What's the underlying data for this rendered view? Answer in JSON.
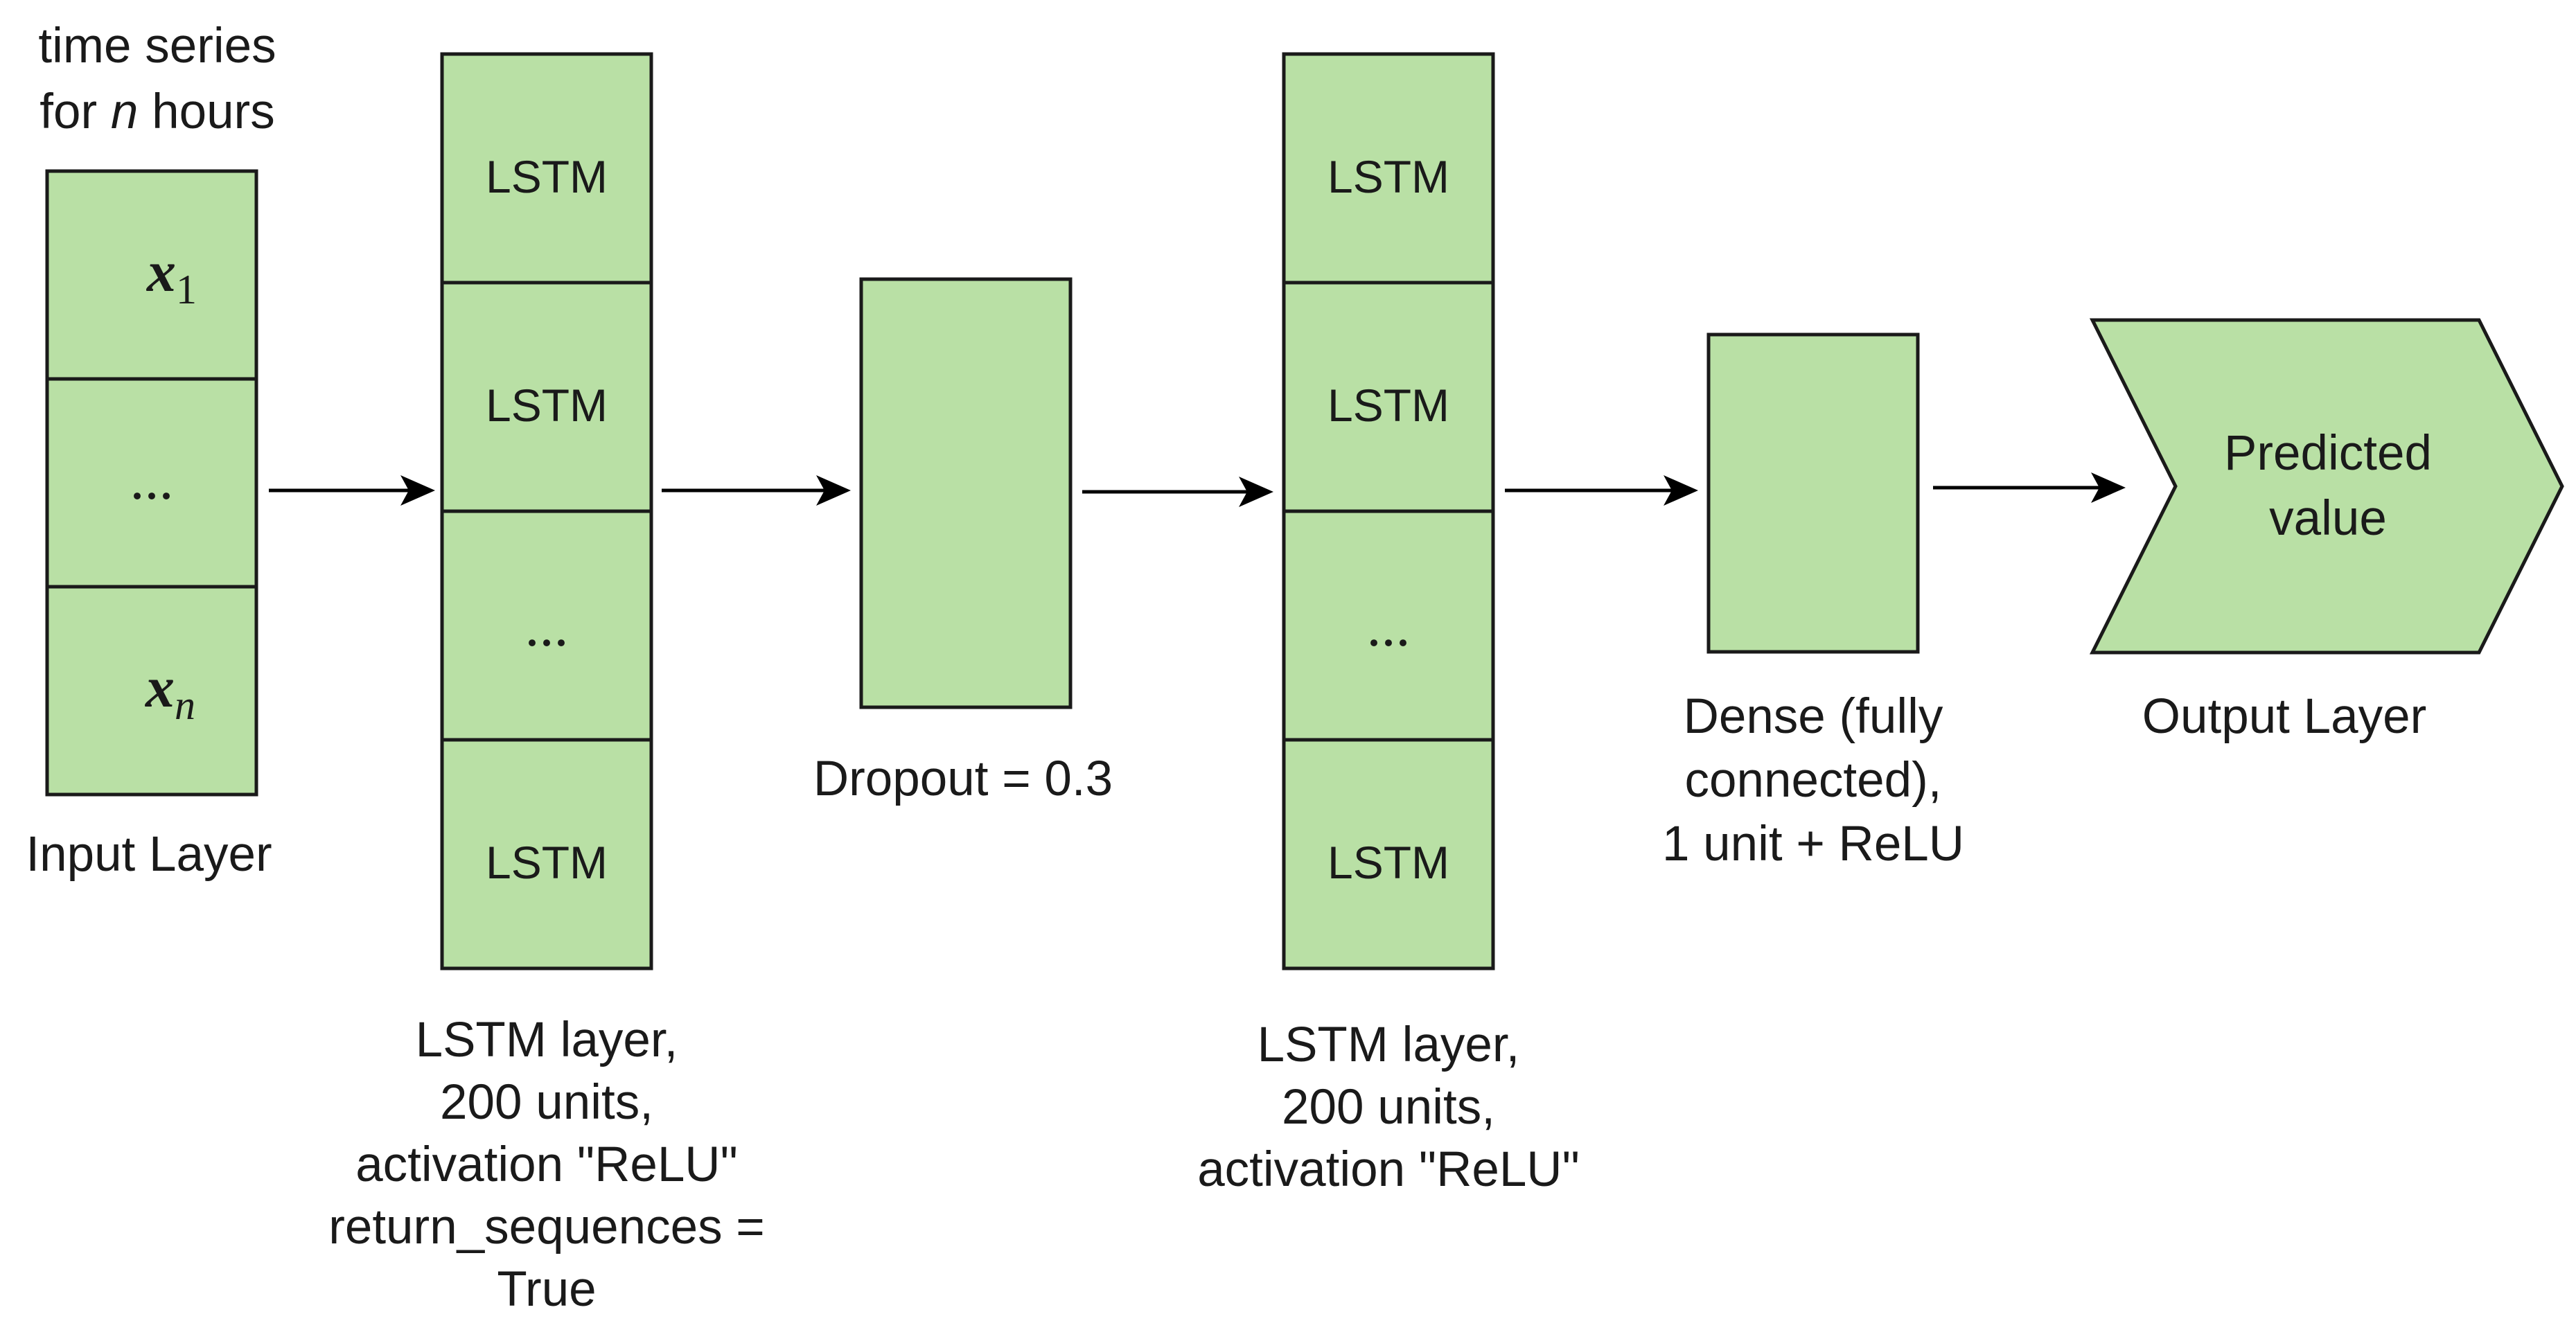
{
  "input": {
    "caption_line1": "time series",
    "caption_line2_pre": "for ",
    "caption_line2_var": "n",
    "caption_line2_post": " hours",
    "cell_top_symbol": "x",
    "cell_top_subscript": "1",
    "cell_middle": "...",
    "cell_bottom_symbol": "x",
    "cell_bottom_subscript": "n",
    "label": "Input Layer"
  },
  "lstm1": {
    "cells": [
      "LSTM",
      "LSTM",
      "...",
      "LSTM"
    ],
    "label_lines": [
      "LSTM layer,",
      "200 units,",
      "activation \"ReLU\"",
      "return_sequences =",
      "True"
    ]
  },
  "dropout": {
    "label": "Dropout = 0.3"
  },
  "lstm2": {
    "cells": [
      "LSTM",
      "LSTM",
      "...",
      "LSTM"
    ],
    "label_lines": [
      "LSTM layer,",
      "200 units,",
      "activation \"ReLU\""
    ]
  },
  "dense": {
    "label_lines": [
      "Dense (fully",
      "connected),",
      "1 unit + ReLU"
    ]
  },
  "output": {
    "text_lines": [
      "Predicted",
      "value"
    ],
    "label": "Output Layer"
  },
  "colors": {
    "box_fill": "#b9e0a5",
    "stroke": "#1a1a1a",
    "arrow": "#000000"
  }
}
